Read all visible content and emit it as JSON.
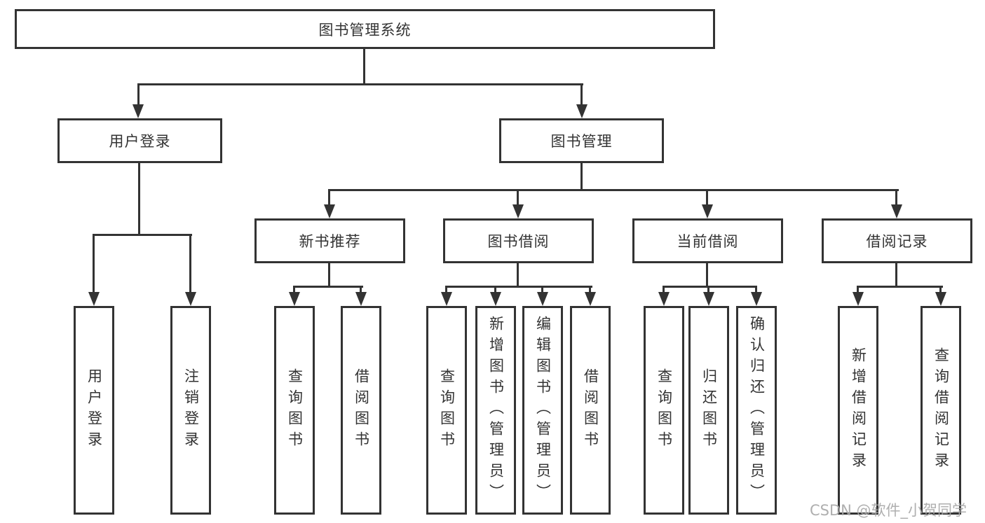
{
  "nodes": {
    "root": "图书管理系统",
    "user_login": "用户登录",
    "book_mgmt": "图书管理",
    "new_book_rec": "新书推荐",
    "book_borrow": "图书借阅",
    "current_borrow": "当前借阅",
    "borrow_records": "借阅记录",
    "leaf_user_login": "用户登录",
    "leaf_logout": "注销登录",
    "leaf_query_books_a": "查询图书",
    "leaf_borrow_books_a": "借阅图书",
    "leaf_query_books_b": "查询图书",
    "leaf_add_book": "新增图书（管理员）",
    "leaf_edit_book": "编辑图书（管理员）",
    "leaf_borrow_books_b": "借阅图书",
    "leaf_query_books_c": "查询图书",
    "leaf_return_book": "归还图书",
    "leaf_confirm_return": "确认归还（管理员）",
    "leaf_add_borrow_record": "新增借阅记录",
    "leaf_query_borrow_record": "查询借阅记录"
  },
  "hierarchy": {
    "图书管理系统": {
      "用户登录": [
        "用户登录",
        "注销登录"
      ],
      "图书管理": {
        "新书推荐": [
          "查询图书",
          "借阅图书"
        ],
        "图书借阅": [
          "查询图书",
          "新增图书（管理员）",
          "编辑图书（管理员）",
          "借阅图书"
        ],
        "当前借阅": [
          "查询图书",
          "归还图书",
          "确认归还（管理员）"
        ],
        "借阅记录": [
          "新增借阅记录",
          "查询借阅记录"
        ]
      }
    }
  },
  "watermark": "CSDN @软件_小贺同学",
  "colors": {
    "line": "#333333",
    "text": "#333333",
    "box_fill": "#ffffff",
    "background": "#ffffff",
    "watermark": "#a8a8a8"
  }
}
